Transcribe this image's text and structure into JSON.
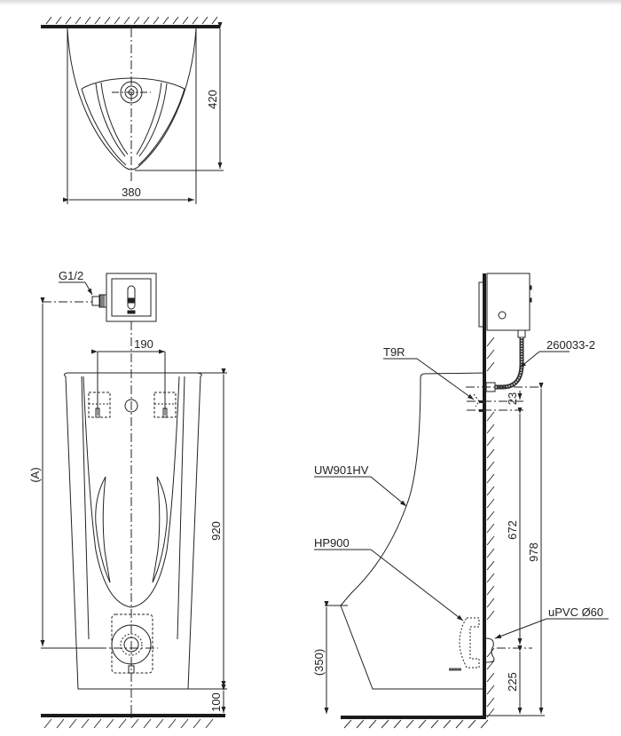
{
  "drawing": {
    "title": "Urinal installation dimensions",
    "colors": {
      "line": "#222222",
      "wall": "#1a1a1a",
      "background": "#ffffff"
    },
    "top_view": {
      "width_label": "380",
      "depth_label": "420"
    },
    "front_view": {
      "inlet_label": "G1/2",
      "bracket_spacing_label": "190",
      "height_label": "920",
      "flush_height_label": "(A)",
      "floor_gap_label": "100"
    },
    "side_view": {
      "valve_label": "T9R",
      "hose_label": "260033-2",
      "urinal_label": "UW901HV",
      "trap_label": "HP900",
      "drain_label": "uPVC Ø60",
      "dim_23": "23",
      "dim_672": "672",
      "dim_978": "978",
      "dim_225": "225",
      "dim_350": "(350)"
    }
  }
}
